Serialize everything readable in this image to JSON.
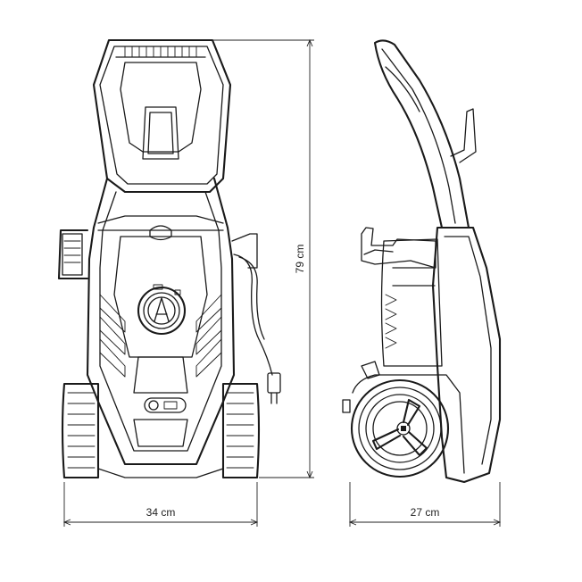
{
  "dimensions": {
    "width_label": "34 cm",
    "height_label": "79 cm",
    "depth_label": "27 cm"
  },
  "colors": {
    "line": "#1a1a1a",
    "background": "#ffffff"
  }
}
